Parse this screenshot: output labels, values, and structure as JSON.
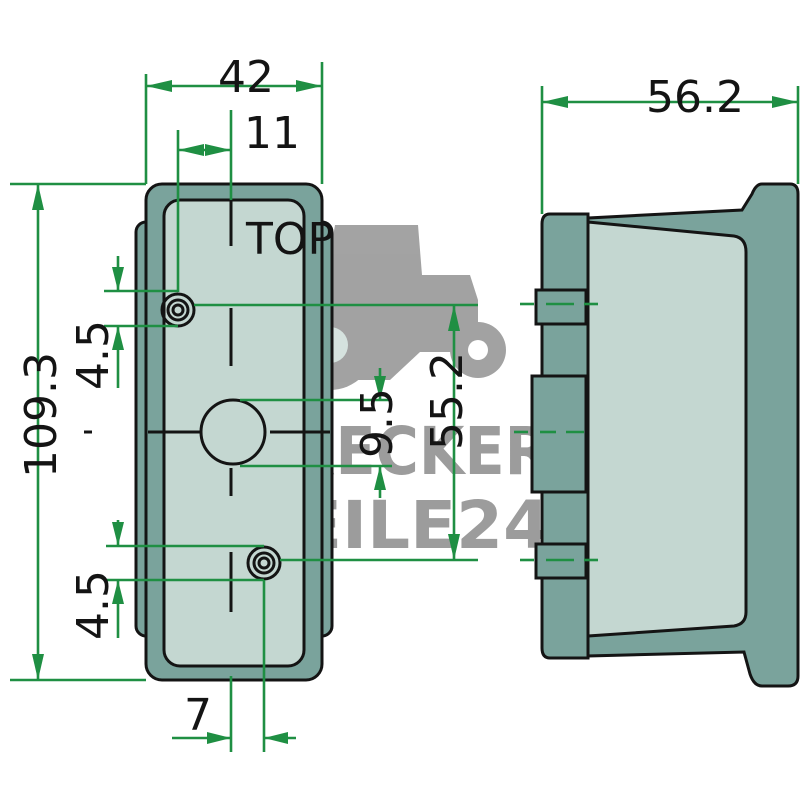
{
  "title_label": "TOP",
  "watermark": {
    "line1": "TRECKER",
    "line2": "TEILE24"
  },
  "dimensions": {
    "overall_width": "42",
    "hole_offset": "11",
    "overall_height": "109.3",
    "top_hole_distance": "4.5",
    "center_hole_height": "9.5",
    "mount_spacing": "55.2",
    "bottom_hole_distance": "4.5",
    "bottom_hole_offset": "7",
    "depth": "56.2"
  },
  "colors": {
    "dimension_line": "#1f8f43",
    "housing_dark": "#7aa39c",
    "lens_light": "#c4d7d1",
    "outline": "#141414",
    "watermark": "#7c7c7c"
  }
}
